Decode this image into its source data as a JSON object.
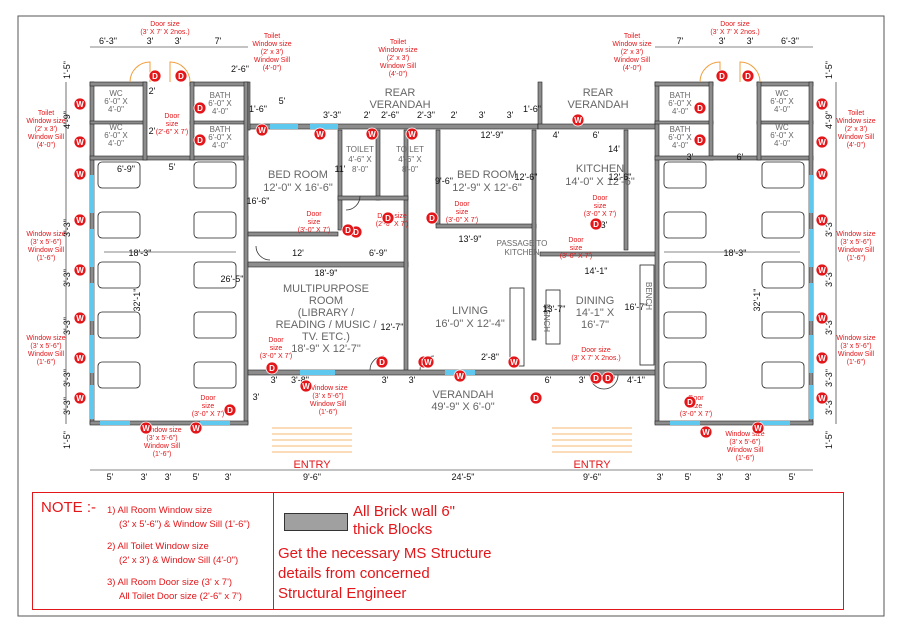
{
  "rooms": {
    "bed_room_1": [
      "BED ROOM",
      "12'-0\" X 16'-6\""
    ],
    "bed_room_2": [
      "BED ROOM",
      "12'-9\" X 12'-6\""
    ],
    "toilet_1": [
      "TOILET",
      "4'-6\" X",
      "8'-0\""
    ],
    "toilet_2": [
      "TOILET",
      "4'-6\" X",
      "8'-0\""
    ],
    "kitchen": [
      "KITCHEN",
      "14'-0\" X 12'-6\""
    ],
    "multipurpose": [
      "MULTIPURPOSE",
      "ROOM",
      "(LIBRARY /",
      "READING / MUSIC /",
      "TV.  ETC.)",
      "18'-9\" X 12'-7\""
    ],
    "living": [
      "LIVING",
      "16'-0\" X 12'-4\""
    ],
    "dining": [
      "DINING",
      "14'-1\" X",
      "16'-7\""
    ],
    "verandah": [
      "VERANDAH",
      "49'-9\" X 6'-0\""
    ],
    "rear_verandah_left": [
      "REAR",
      "VERANDAH"
    ],
    "rear_verandah_right": [
      "REAR",
      "VERANDAH"
    ],
    "passage": [
      "PASSAGE TO",
      "KITCHEN"
    ],
    "bench": "BENCH",
    "entry": "ENTRY",
    "wc": [
      "WC",
      "6'-0\" X",
      "4'-0\""
    ],
    "bath": [
      "BATH",
      "6'-0\" X",
      "4'-0\""
    ]
  },
  "red_labels": {
    "door_toilet_top": [
      "Door size",
      "(3' X 7' X 2nos.)"
    ],
    "window_toilet_top": [
      "Toilet",
      "Window size",
      "(2' x 3')",
      "Window Sill",
      "(4'-0\")"
    ],
    "window_toilet_side": [
      "Toilet",
      "Window size",
      "(2' x 3')",
      "Window Sill",
      "(4'-0\")"
    ],
    "door_toilet_side": [
      "Door",
      "size",
      "(2'-6\" X 7')"
    ],
    "window_room_side": [
      "Window size",
      "(3' x 5'-6\")",
      "Window Sill",
      "(1'-6\")"
    ],
    "door_room": [
      "Door",
      "size",
      "(3'-0\" X 7')"
    ],
    "door_toilet_inner": [
      "Door size",
      "(2'-6\" X 7')"
    ],
    "door_dining": [
      "Door size",
      "(3' X 7' X 2nos.)"
    ],
    "window_bottom": [
      "Window size",
      "(3' x 5'-6\")",
      "Window Sill",
      "(1'-6\")"
    ]
  },
  "dimensions": {
    "top_left": [
      "6'-3\"",
      "3'",
      "3'",
      "7'"
    ],
    "top_right": [
      "7'",
      "3'",
      "3'",
      "6'-3\""
    ],
    "bottom": [
      "5'",
      "3'",
      "3'",
      "5'",
      "3'",
      "9'-6\"",
      "24'-5\"",
      "9'-6\"",
      "3'",
      "5'",
      "3'",
      "3'",
      "5'"
    ],
    "side_left": [
      "1'-5\"",
      "4'-9\"",
      "3'-3\"",
      "3'-3\"",
      "3'-3\"",
      "3'-3\"",
      "3'-3\"",
      "1'-5\""
    ],
    "overall_side": "32'-1\"",
    "wing_width": "18'-3\"",
    "misc": [
      "2'-6\"",
      "2'",
      "2'",
      "1'-6\"",
      "5'",
      "3'-3\"",
      "2'",
      "2'-6\"",
      "2'-3\"",
      "2'",
      "3'",
      "12'-9\"",
      "3'",
      "1'-6\"",
      "4'",
      "6'",
      "6'-9\"",
      "5'",
      "16'-6\"",
      "11'",
      "9'-6\"",
      "12'-6\"",
      "12'-6\"",
      "12'",
      "6'-9\"",
      "13'-9\"",
      "3'",
      "14'",
      "14'-1\"",
      "18'-9\"",
      "26'-5\"",
      "12'-7\"",
      "13'-7\"",
      "16'-7\"",
      "3'-8\"",
      "3'",
      "3'",
      "3'",
      "2'-8\"",
      "6'",
      "3'",
      "3'",
      "4'-1\"",
      "3'",
      "3'",
      "6'"
    ]
  },
  "notes": {
    "heading": "NOTE :-",
    "items": [
      "1) All Room Window size",
      "(3' x 5'-6\") & Window Sill (1'-6\")",
      "2) All Toilet Window size",
      "(2' x 3') & Window Sill (4'-0\")",
      "3) All Room Door size (3' x 7')",
      "All Toilet Door size  (2'-6\" x 7')"
    ],
    "wall_note": [
      "All Brick wall 6\"",
      "thick Blocks"
    ],
    "structure_note": [
      "Get the necessary MS Structure",
      "details from concerned",
      "Structural Engineer"
    ]
  },
  "markers": {
    "door": "D",
    "window": "W"
  },
  "colors": {
    "wall": "#8c8c8c",
    "wall_edge": "#222222",
    "label_red": "#e3161a",
    "window_blue": "#5ec8ee",
    "marker_fill": "#e3161a",
    "door_arc": "#f0a040"
  }
}
